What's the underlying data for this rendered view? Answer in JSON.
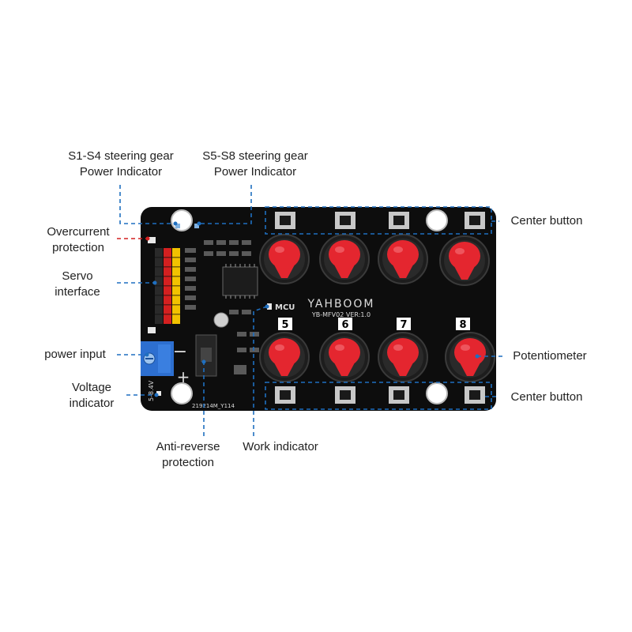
{
  "labels": {
    "s1_s4_line1": "S1-S4 steering gear",
    "s1_s4_line2": "Power Indicator",
    "s5_s8_line1": "S5-S8 steering gear",
    "s5_s8_line2": "Power Indicator",
    "overcurrent_line1": "Overcurrent",
    "overcurrent_line2": "protection",
    "servo_line1": "Servo",
    "servo_line2": "interface",
    "power_input": "power input",
    "voltage_line1": "Voltage",
    "voltage_line2": "indicator",
    "anti_reverse_line1": "Anti-reverse",
    "anti_reverse_line2": "protection",
    "work_indicator": "Work indicator",
    "center_button_top": "Center button",
    "potentiometer": "Potentiometer",
    "center_button_bottom": "Center button"
  },
  "board": {
    "brand": "YAHBOOM",
    "model": "YB-MFV02  VER:1.0",
    "mcu": "MCU",
    "knob_numbers": [
      "5",
      "6",
      "7",
      "8"
    ],
    "serial": "219214M_Y114",
    "voltage_mark": "5-8.4V",
    "minus": "−",
    "plus": "+"
  },
  "colors": {
    "board": "#0d0d0d",
    "knob": "#e4262f",
    "leader_blue": "#1f6fc0",
    "leader_red": "#d42020",
    "terminal": "#2d6fd0"
  }
}
